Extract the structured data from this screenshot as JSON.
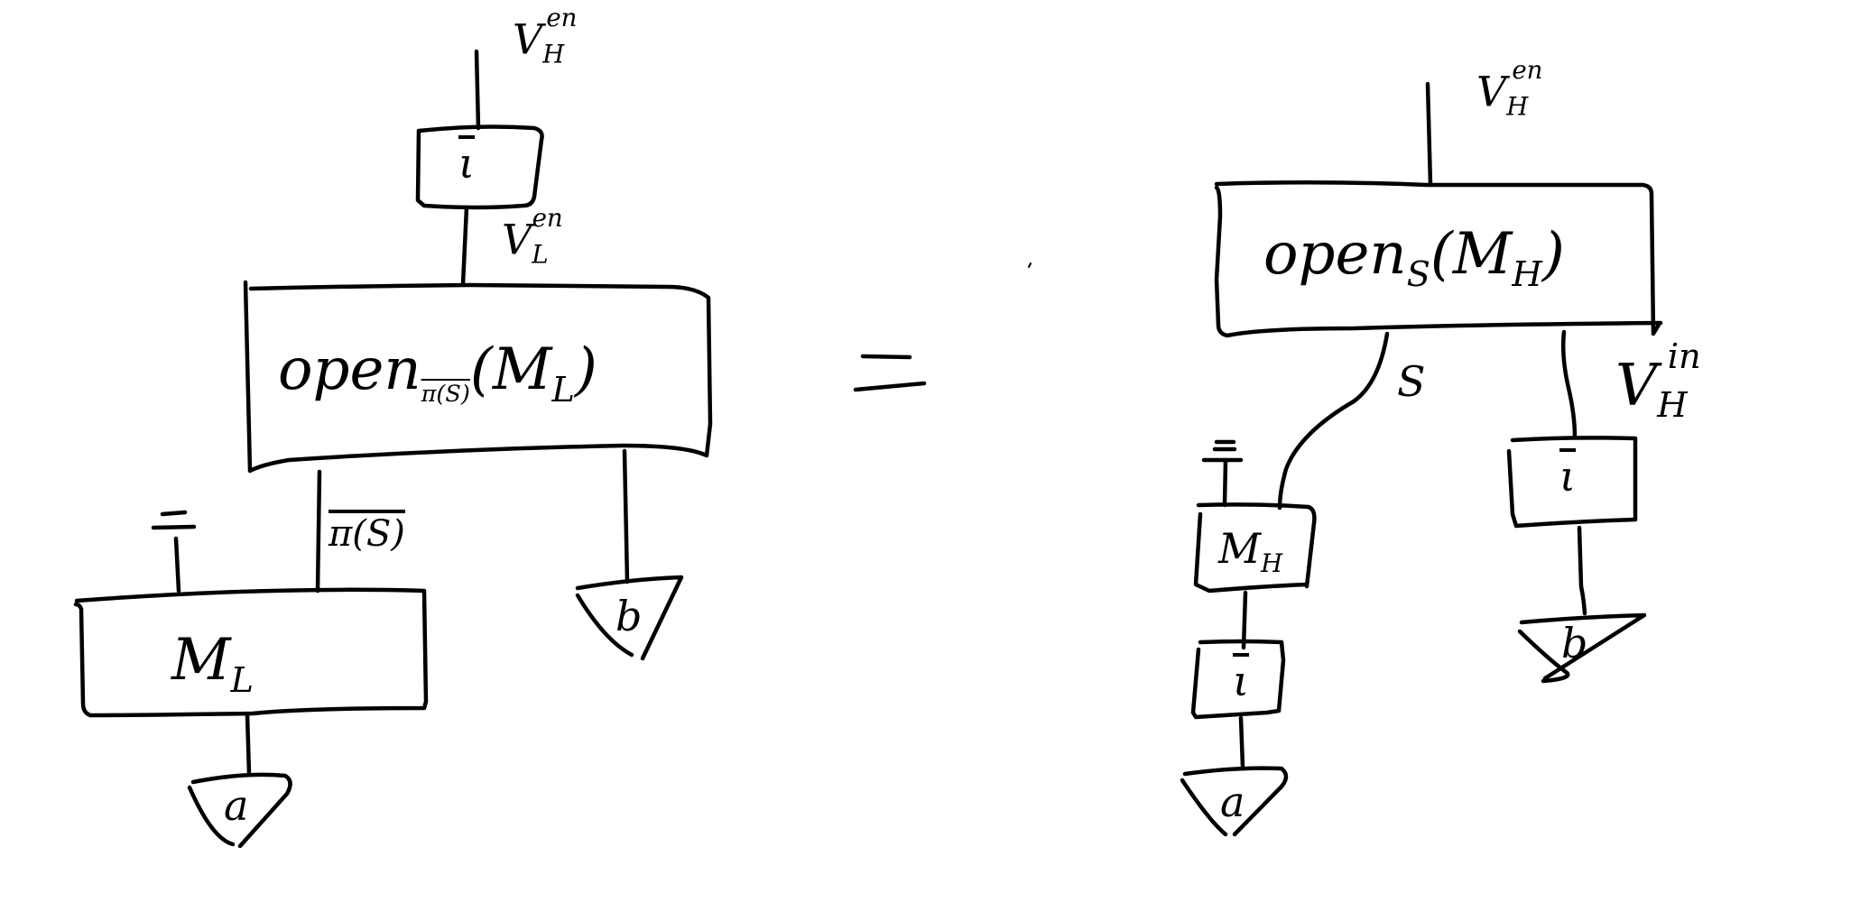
{
  "diagram": {
    "type": "string-diagram-equation",
    "relation": "=",
    "ink_color": "#000000",
    "background": "#ffffff",
    "left": {
      "input_wire_label": {
        "base": "V",
        "sub": "H",
        "sup": "en"
      },
      "iota_box": {
        "label": "ι",
        "overline": true
      },
      "mid_wire_label": {
        "base": "V",
        "sub": "L",
        "sup": "en"
      },
      "open_box": {
        "label": "open",
        "sub": "π(S)",
        "sub_overline": true,
        "arg": "(M",
        "arg_sub": "L",
        "arg_close": ")"
      },
      "pi_wire_label": {
        "text": "π(S)",
        "overline": true
      },
      "discard_symbol": "ground",
      "model_box": {
        "label": "M",
        "sub": "L"
      },
      "outputs": [
        {
          "label": "a"
        },
        {
          "label": "b"
        }
      ]
    },
    "equals": {
      "label": "="
    },
    "right": {
      "input_wire_label": {
        "base": "V",
        "sub": "H",
        "sup": "en"
      },
      "open_box": {
        "label": "open",
        "sub": "S",
        "arg": "(M",
        "arg_sub": "H",
        "arg_close": ")"
      },
      "s_wire_label": {
        "text": "S"
      },
      "in_wire_label": {
        "base": "V",
        "sub": "H",
        "sup": "in"
      },
      "discard_symbol": "ground",
      "model_box": {
        "label": "M",
        "sub": "H"
      },
      "iota_box_left": {
        "label": "ι",
        "overline": true
      },
      "iota_box_right": {
        "label": "ι",
        "overline": true
      },
      "outputs": [
        {
          "label": "a"
        },
        {
          "label": "b"
        }
      ]
    }
  }
}
